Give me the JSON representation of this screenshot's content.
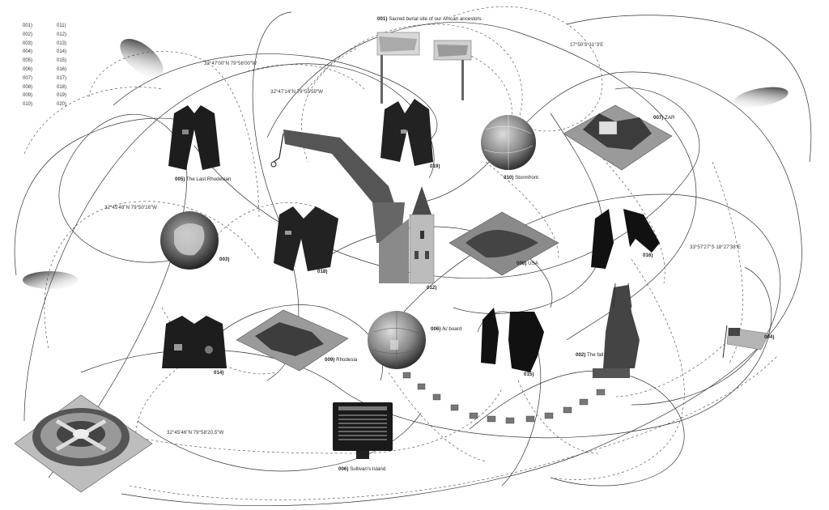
{
  "index": {
    "col1": [
      "001)",
      "002)",
      "003)",
      "004)",
      "005)",
      "006)",
      "007)",
      "008)",
      "009)",
      "010)"
    ],
    "col2": [
      "011)",
      "012)",
      "013)",
      "014)",
      "015)",
      "016)",
      "017)",
      "018)",
      "019)",
      "020)"
    ]
  },
  "labels": {
    "l001": {
      "num": "001)",
      "text": "Sacred burial site of our African ancestors"
    },
    "l002": {
      "num": "002)",
      "text": "The fall"
    },
    "l003": {
      "num": "003)",
      "text": ""
    },
    "l004": {
      "num": "004)",
      "text": ""
    },
    "l005": {
      "num": "005)",
      "text": "The Last Rhodesian"
    },
    "l006a": {
      "num": "006)",
      "text": "/k/ board"
    },
    "l006b": {
      "num": "006)",
      "text": "Sullivan's Island"
    },
    "l007": {
      "num": "007)",
      "text": "ZAR"
    },
    "l008": {
      "num": "008)",
      "text": "USA"
    },
    "l009": {
      "num": "009)",
      "text": "Rhodesia"
    },
    "l010": {
      "num": "010)",
      "text": "Stormfront"
    },
    "l012": {
      "num": "012)",
      "text": ""
    },
    "l014": {
      "num": "014)",
      "text": ""
    },
    "l015": {
      "num": "015)",
      "text": ""
    },
    "l016": {
      "num": "016)",
      "text": ""
    },
    "l018": {
      "num": "018)",
      "text": ""
    },
    "l019": {
      "num": "019)",
      "text": ""
    }
  },
  "coords": {
    "c1": "32°47'00\"N 79°56'00\"W",
    "c2": "32°47'14\"N 79°55'59\"W",
    "c3": "17°50'S 31°3'E",
    "c4": "32°45'48\"N 79°50'16\"W",
    "c5": "33°57'27\"S 18°27'38\"E",
    "c6": "32°45'46\"N 79°58'20.5\"W"
  }
}
